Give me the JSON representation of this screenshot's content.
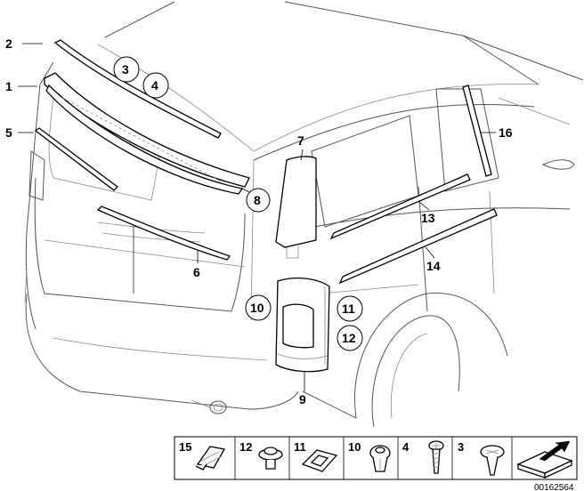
{
  "callouts": {
    "c1": "1",
    "c2": "2",
    "c3": "3",
    "c4": "4",
    "c5": "5",
    "c6": "6",
    "c7": "7",
    "c8": "8",
    "c9": "9",
    "c10": "10",
    "c11": "11",
    "c12": "12",
    "c13": "13",
    "c14": "14",
    "c16": "16"
  },
  "legend": {
    "items": [
      "15",
      "12",
      "11",
      "10",
      "4",
      "3"
    ]
  },
  "diagram_id": "00162564"
}
